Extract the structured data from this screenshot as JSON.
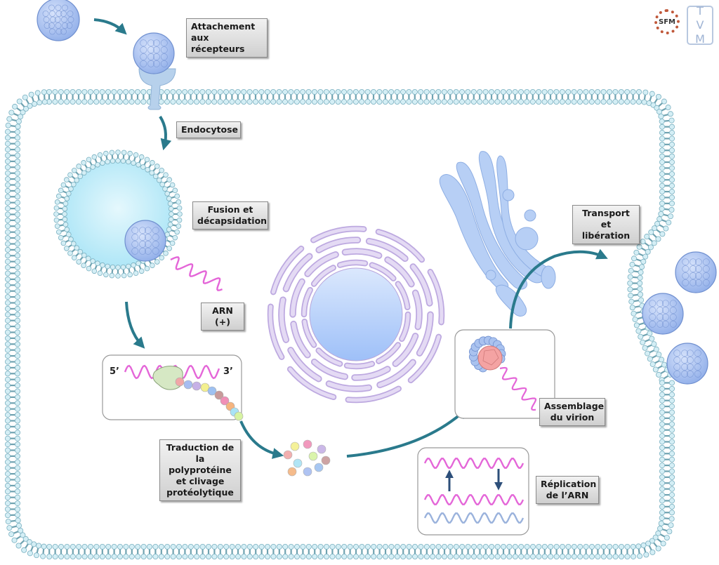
{
  "title": "Cycle de réplication virale (virus à ARN (+))",
  "logos": {
    "sfm": "SFM",
    "tvm_top": "T",
    "tvm_bottom": "M",
    "tvm_middle": "V"
  },
  "steps": {
    "attachment": "Attachement\naux récepteurs",
    "endocytosis": "Endocytose",
    "fusion": "Fusion et\ndécapsidation",
    "rna": "ARN (+)",
    "translation": "Traduction de\nla polyprotéine\net clivage\nprotéolytique",
    "assembly": "Assemblage\ndu virion",
    "replication": "Réplication\nde l’ARN",
    "transport": "Transport\net libération"
  },
  "translation_box": {
    "five_prime": "5’",
    "three_prime": "3’"
  },
  "colors": {
    "arrow": "#2a7a8c",
    "membrane_head": "#d4eef5",
    "membrane_stroke": "#7ab0c0",
    "membrane_tail": "#6fa2b0",
    "virion": "#a9c2ef",
    "virion_stroke": "#6f8fcf",
    "rna_plus": "#e466d8",
    "rna_minus": "#9ab2dc",
    "nucleus": "#b9d3fb",
    "nuclear_envelope": "#c9b8e6",
    "golgi": "#b5cdf3",
    "endosome": "#c9eefa",
    "capsid_core": "#f4a3a3",
    "ribosome": "#d6e8c4",
    "replication_arrow": "#2d4f7a"
  },
  "protein_colors": [
    "#f1a7a7",
    "#a7bdf1",
    "#c6b1e6",
    "#f3f08f",
    "#9ec1f1",
    "#c89a9a",
    "#f08fb6",
    "#f5b47f",
    "#a9e3f5",
    "#d7f3a2"
  ]
}
